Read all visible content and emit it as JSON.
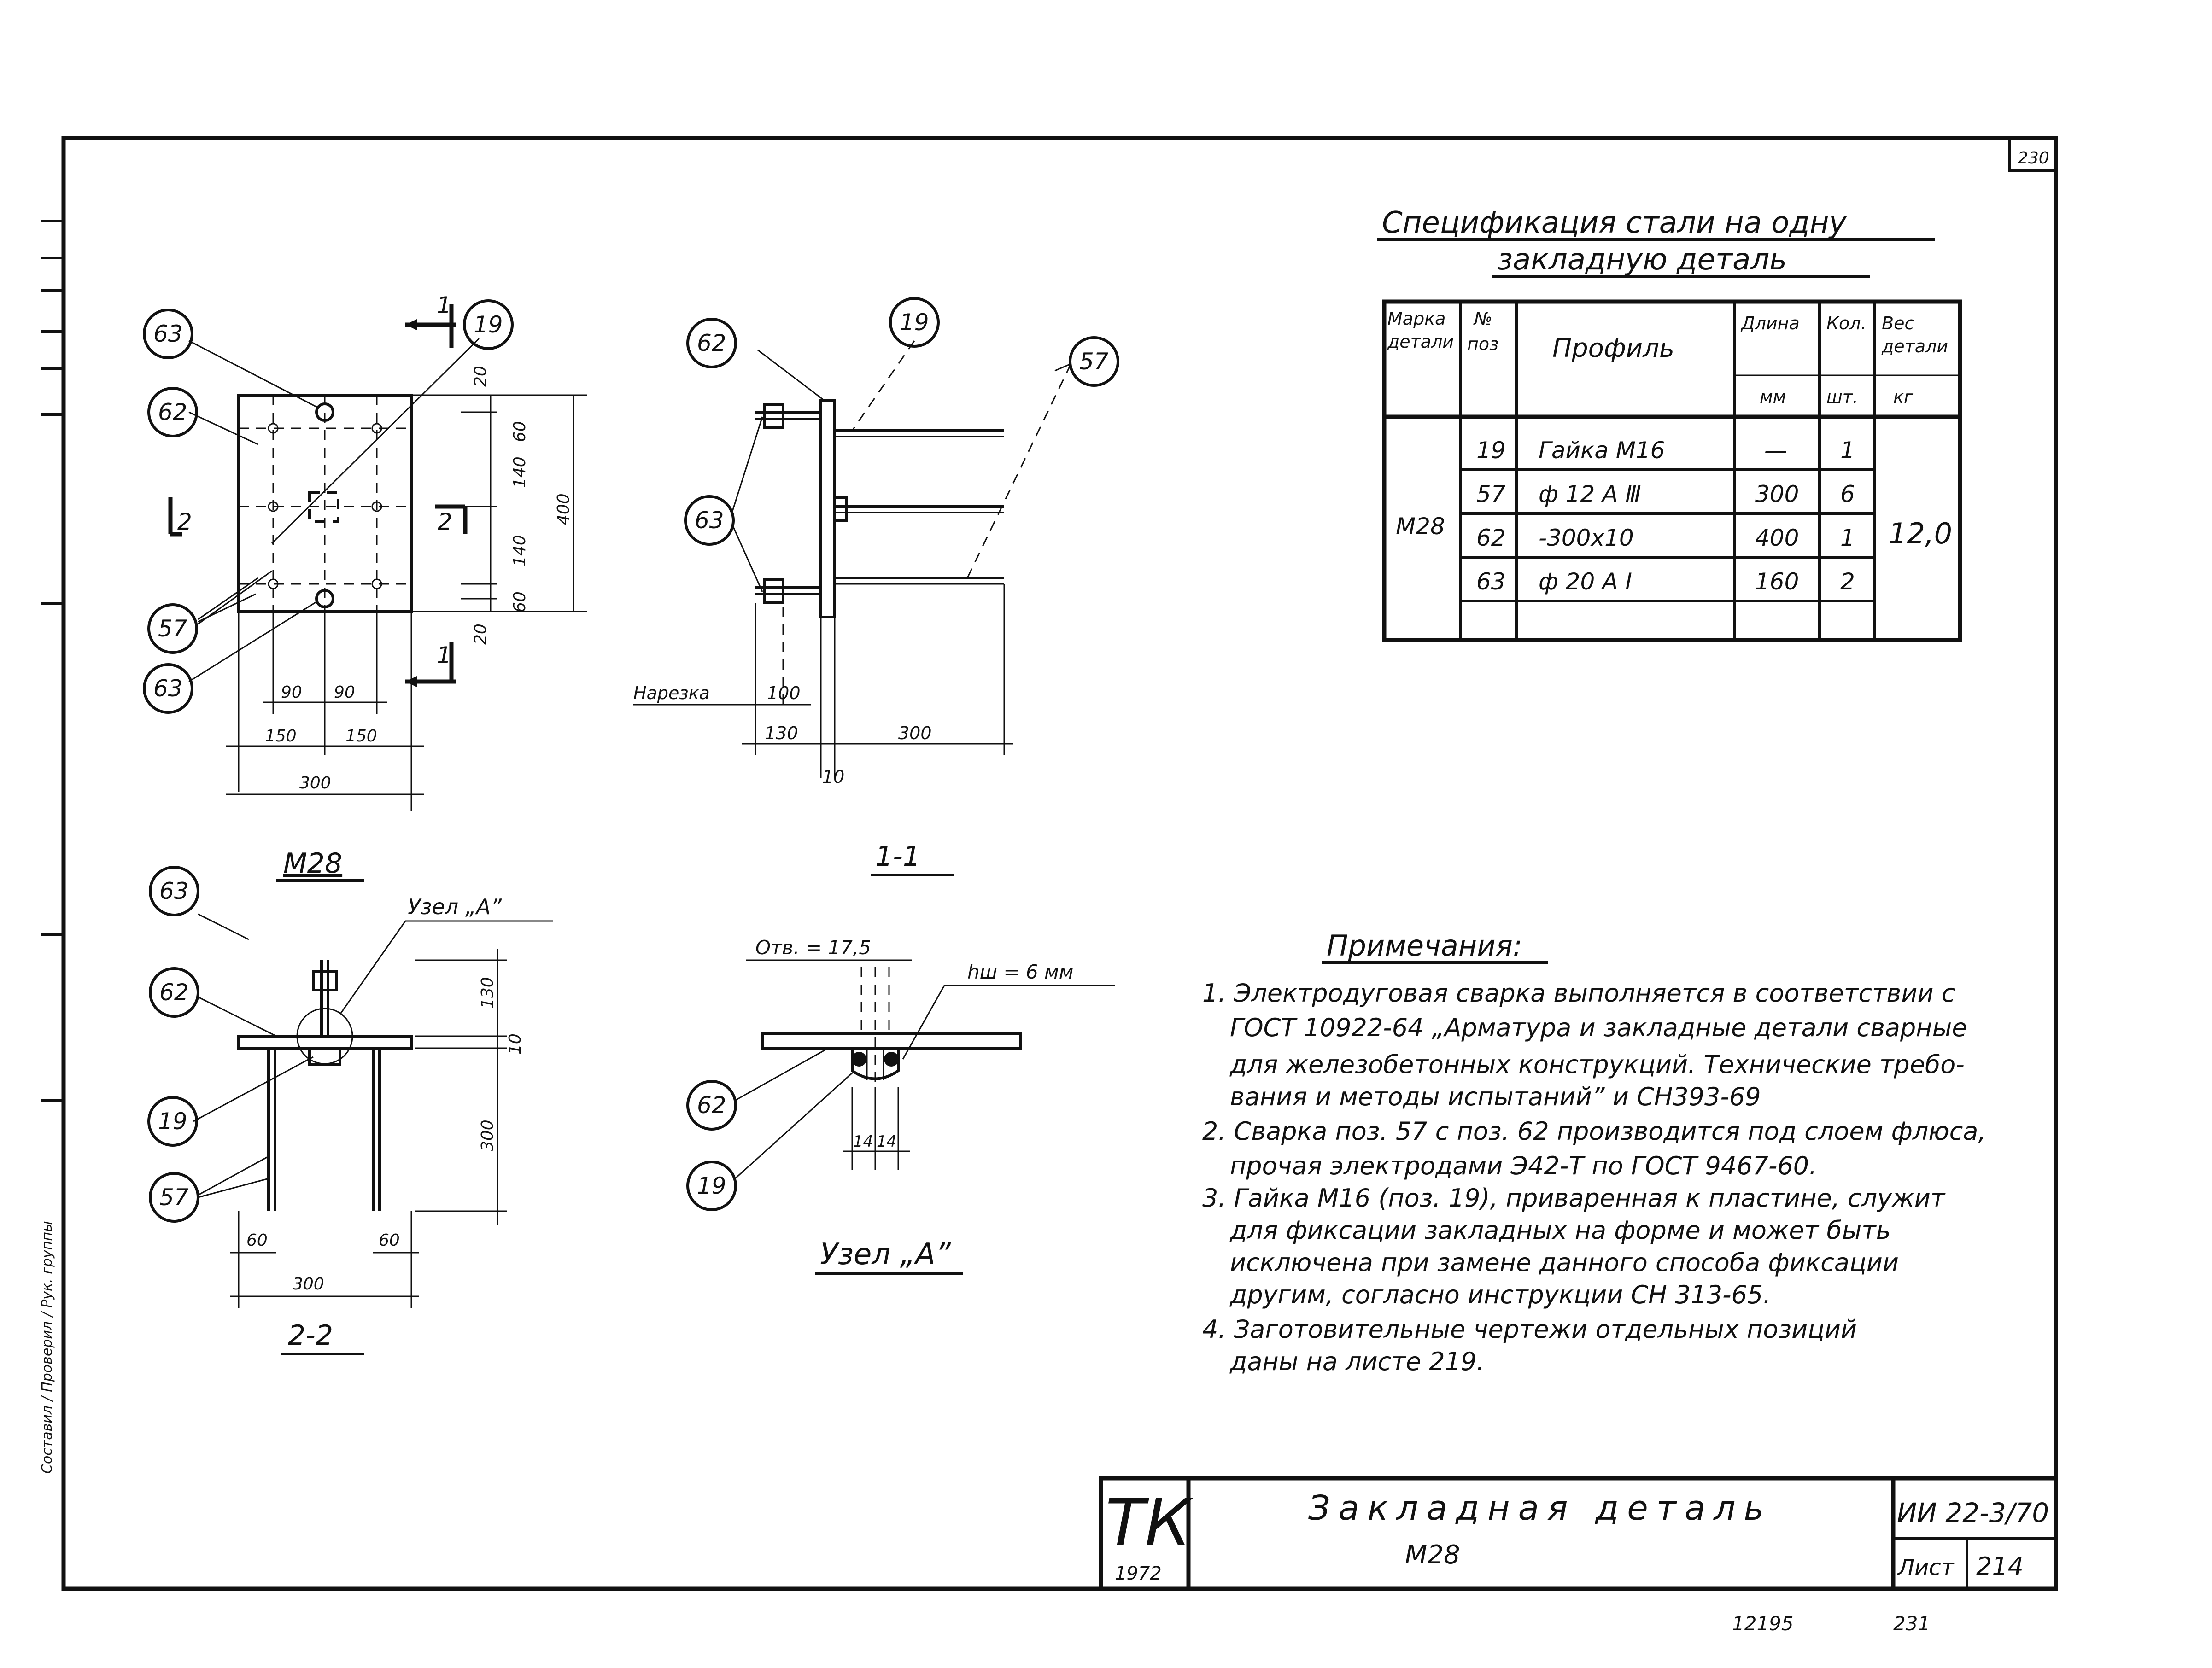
{
  "sheet": {
    "page_number": "230",
    "side_note": "Составил / Проверил / Рук. группы"
  },
  "spec": {
    "title_line1": "Спецификация стали на одну",
    "title_line2": "закладную деталь",
    "headers": {
      "mark": [
        "Марка",
        "детали"
      ],
      "pos": [
        "№",
        "поз"
      ],
      "profile": "Профиль",
      "length": "Длина",
      "length_unit": "мм",
      "count": "Кол.",
      "count_unit": "шт.",
      "weight": [
        "Вес",
        "детали"
      ],
      "weight_unit": "кг"
    },
    "mark": "М28",
    "total_weight": "12,0",
    "rows": [
      {
        "pos": "19",
        "profile": "Гайка М16",
        "length": "—",
        "count": "1"
      },
      {
        "pos": "57",
        "profile": "ф 12 А Ⅲ",
        "length": "300",
        "count": "6"
      },
      {
        "pos": "62",
        "profile": "-300х10",
        "length": "400",
        "count": "1"
      },
      {
        "pos": "63",
        "profile": "ф 20 А Ⅰ",
        "length": "160",
        "count": "2"
      }
    ]
  },
  "plan": {
    "title": "М28",
    "callouts": [
      "63",
      "62",
      "57",
      "63",
      "19"
    ],
    "section_marks": {
      "s1_top": "1",
      "s1_bot": "1",
      "s2_left": "2",
      "s2_right": "2"
    },
    "dims_right": [
      "20",
      "60",
      "140",
      "140",
      "60",
      "20",
      "400"
    ],
    "dims_bottom": [
      "90",
      "90",
      "150",
      "150",
      "300"
    ]
  },
  "section11": {
    "title": "1-1",
    "callouts": [
      "62",
      "19",
      "57",
      "63"
    ],
    "label_thread": "Нарезка",
    "dims": [
      "100",
      "130",
      "300",
      "10"
    ]
  },
  "section22": {
    "title": "2-2",
    "callouts": [
      "63",
      "62",
      "19",
      "57"
    ],
    "node_label": "Узел „А”",
    "dims": [
      "130",
      "10",
      "300",
      "60",
      "60",
      "300"
    ]
  },
  "node": {
    "title": "Узел „А”",
    "hole_label": "Отв. = 17,5",
    "weld_label": "hш = 6 мм",
    "callouts": [
      "62",
      "19"
    ],
    "dims": [
      "14",
      "14"
    ]
  },
  "notes": {
    "title": "Примечания:",
    "lines": [
      "1. Электродуговая сварка выполняется в соответствии с",
      "ГОСТ 10922-64 „Арматура и закладные детали сварные",
      "для железобетонных конструкций. Технические требо-",
      "вания и методы испытаний” и СН393-69",
      "2. Сварка поз. 57 с поз. 62 производится под слоем флюса,",
      "прочая электродами Э42-Т по ГОСТ 9467-60.",
      "3. Гайка М16 (поз. 19), приваренная к пластине, служит",
      "для фиксации закладных на форме и может быть",
      "исключена при замене данного способа фиксации",
      "другим, согласно инструкции СН 313-65.",
      "4. Заготовительные чертежи отдельных позиций",
      "даны на листе 219."
    ]
  },
  "stamp": {
    "org": "ТК",
    "year": "1972",
    "title": "Закладная деталь",
    "subtitle": "М28",
    "code": "ИИ 22-3/70",
    "sheet_label": "Лист",
    "sheet_no": "214"
  },
  "footer": {
    "left": "12195",
    "right": "231"
  }
}
